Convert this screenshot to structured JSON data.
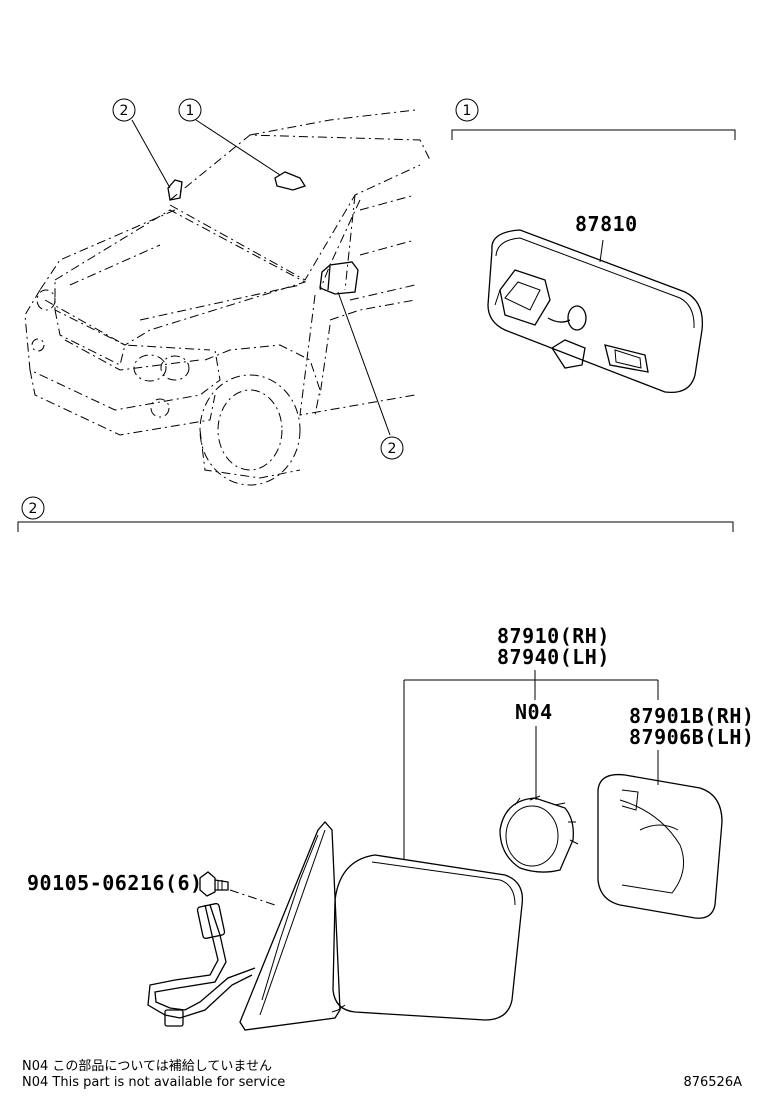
{
  "callouts": {
    "c1_car": "1",
    "c2_car_top": "2",
    "c2_car_bottom": "2",
    "section1_marker": "1",
    "section2_marker": "2"
  },
  "parts": {
    "inner_mirror": "87810",
    "outer_mirror_rh": "87910(RH)",
    "outer_mirror_lh": "87940(LH)",
    "n04": "N04",
    "mirror_glass_rh": "87901B(RH)",
    "mirror_glass_lh": "87906B(LH)",
    "screw": "90105-06216(6)"
  },
  "notes": {
    "n04_ja": "N04 この部品については補給していません",
    "n04_en": "N04 This part is not available for service"
  },
  "diagram_id": "876526A"
}
